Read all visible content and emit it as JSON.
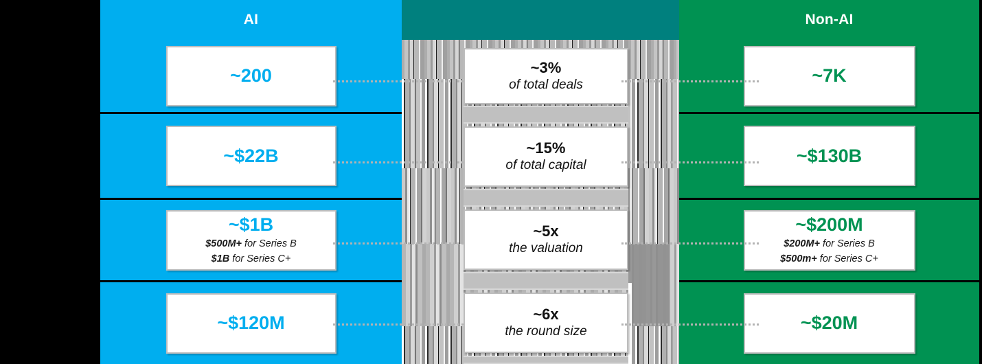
{
  "columns": {
    "left": {
      "title": "AI",
      "accent": "#00AEEF"
    },
    "mid": {
      "title": "",
      "accent": "#00807E"
    },
    "right": {
      "title": "Non-AI",
      "accent": "#009252"
    }
  },
  "rows": [
    {
      "left": {
        "main": "~200",
        "sub1": "",
        "sub2": ""
      },
      "mid": {
        "main": "~3%",
        "sub": "of total deals"
      },
      "right": {
        "main": "~7K",
        "sub1": "",
        "sub2": ""
      }
    },
    {
      "left": {
        "main": "~$22B",
        "sub1": "",
        "sub2": ""
      },
      "mid": {
        "main": "~15%",
        "sub": "of total capital"
      },
      "right": {
        "main": "~$130B",
        "sub1": "",
        "sub2": ""
      }
    },
    {
      "left": {
        "main": "~$1B",
        "sub1": "$500M+ for Series B",
        "sub1_bold": "$500M+",
        "sub1_rest": " for Series B",
        "sub2_bold": "$1B",
        "sub2_rest": " for Series C+"
      },
      "mid": {
        "main": "~5x",
        "sub": "the valuation"
      },
      "right": {
        "main": "~$200M",
        "sub1_bold": "$200M+",
        "sub1_rest": " for Series B",
        "sub2_bold": "$500m+",
        "sub2_rest": " for Series C+"
      }
    },
    {
      "left": {
        "main": "~$120M",
        "sub1": "",
        "sub2": ""
      },
      "mid": {
        "main": "~6x",
        "sub": "the round size"
      },
      "right": {
        "main": "~$20M",
        "sub1": "",
        "sub2": ""
      }
    }
  ]
}
